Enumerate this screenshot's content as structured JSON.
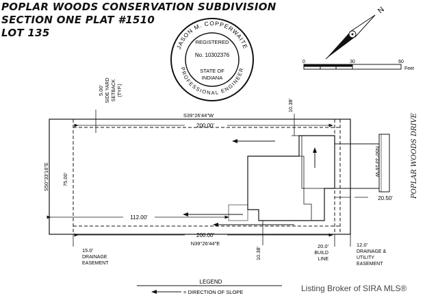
{
  "title": {
    "line1": "POPLAR WOODS CONSERVATION SUBDIVISION",
    "line2": "SECTION ONE PLAT #1510",
    "line3": "LOT 135"
  },
  "seal": {
    "name": "JASON M. COPPERWAITE",
    "registered": "REGISTERED",
    "number": "No. 10302376",
    "state_line1": "STATE OF",
    "state_line2": "INDIANA",
    "profession": "PROFESSIONAL ENGINEER"
  },
  "north_arrow": {
    "label": "N"
  },
  "scale_bar": {
    "ticks": [
      "0",
      "30",
      "60"
    ],
    "unit": "Feet"
  },
  "setback": {
    "distance": "5.00'",
    "line1": "SIDE YARD",
    "line2": "SETBACK",
    "line3": "(TYP.)"
  },
  "dimensions": {
    "top_bearing": "S39°26'44\"W",
    "top_length": "200.00'",
    "top_offset": "10.38'",
    "left_bearing": "S50°33'16\"E",
    "left_length": "75.00'",
    "right_bearing": "N50°33'16\"W",
    "front_setback": "20.50'",
    "house_distance": "112.00'",
    "bottom_length": "200.00'",
    "bottom_bearing": "N39°26'44\"E",
    "bottom_offset": "10.38'"
  },
  "easements": {
    "drainage_left": {
      "line1": "15.0'",
      "line2": "DRAINAGE",
      "line3": "EASEMENT"
    },
    "build_line": {
      "line1": "20.0'",
      "line2": "BUILD",
      "line3": "LINE"
    },
    "utility": {
      "line1": "12.0'",
      "line2": "DRAINAGE &",
      "line3": "UTILITY",
      "line4": "EASEMENT"
    }
  },
  "road_label": "POPLAR WOODS DRIVE",
  "legend": {
    "title": "LEGEND",
    "item": "= DIRECTION OF SLOPE"
  },
  "watermark": "Listing Broker of SIRA MLS®"
}
